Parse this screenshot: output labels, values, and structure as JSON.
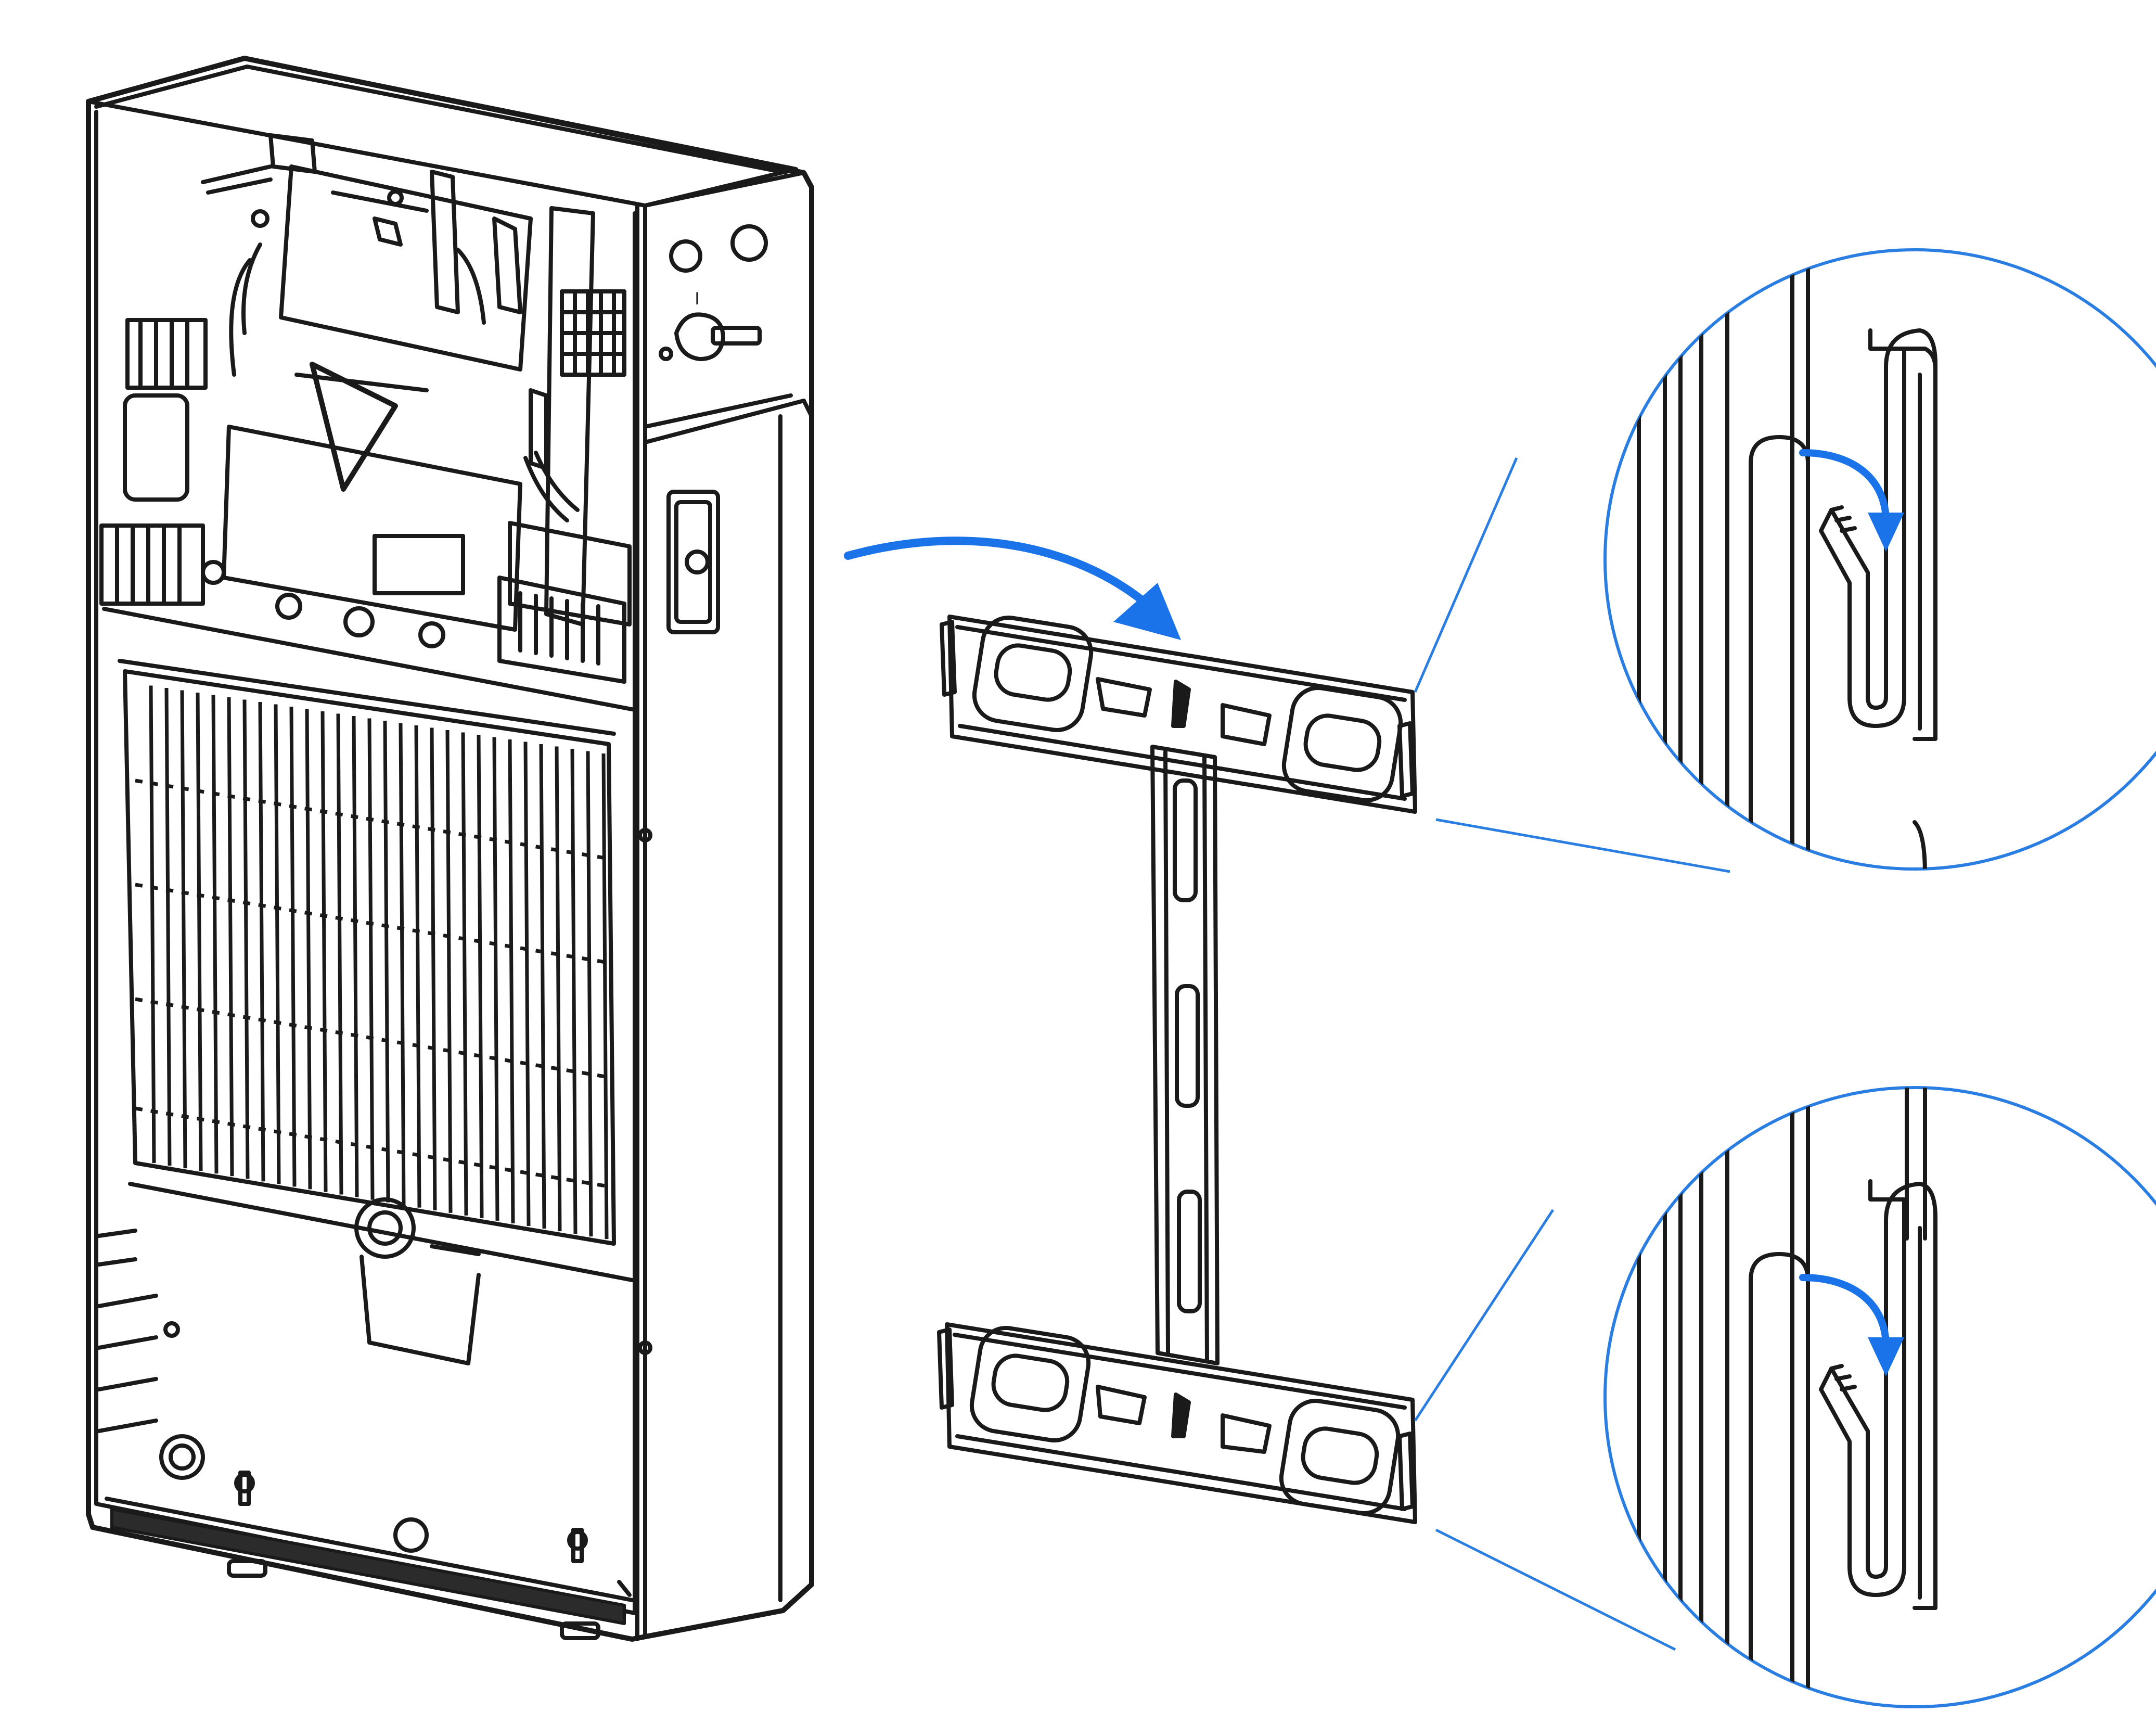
{
  "figure": {
    "kind": "mounting-instruction-illustration",
    "text_labels": [],
    "colors": {
      "line": "#1a1a1a",
      "accent": "#1a73e8",
      "callout": "#2a7de1",
      "background": "#ffffff",
      "fill_dark": "#2b2b2b"
    }
  },
  "parts": {
    "unit": {
      "name": "wall-unit-open-front",
      "control_marks": [
        "I"
      ]
    },
    "bracket": {
      "name": "wall-mounting-bracket",
      "hook_count": 4
    },
    "detail_views": [
      {
        "name": "upper-hook-detail"
      },
      {
        "name": "lower-hook-detail"
      }
    ]
  },
  "arrows": [
    {
      "name": "hang-unit-on-bracket-arrow",
      "direction": "right-down"
    },
    {
      "name": "upper-hook-engage-arrow",
      "direction": "down"
    },
    {
      "name": "lower-hook-engage-arrow",
      "direction": "down"
    }
  ]
}
